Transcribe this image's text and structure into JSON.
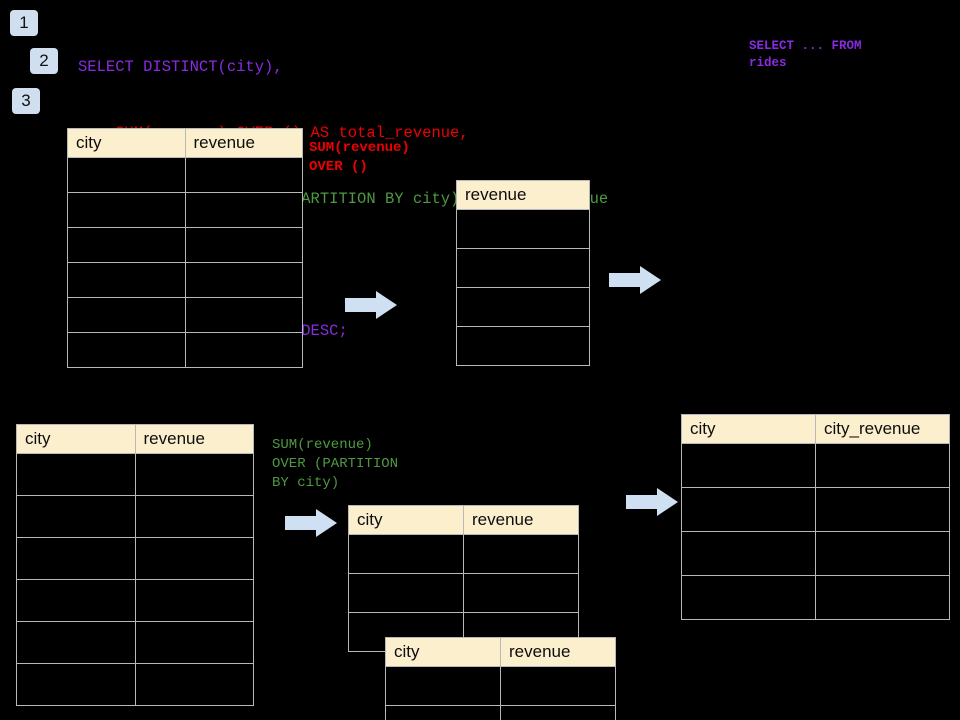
{
  "theme": {
    "background": "#000000",
    "badge_bg": "#cfdff0",
    "badge_fg": "#111111",
    "table_header_bg": "#FCEFCD",
    "table_border": "#b8b8b8",
    "arrow_fill": "#cfe0f2",
    "sql_purple": "#8A2BE2",
    "sql_red": "#EE0000",
    "sql_green": "#4E9A41"
  },
  "steps": [
    {
      "label": "1"
    },
    {
      "label": "2"
    },
    {
      "label": "3"
    }
  ],
  "sql": {
    "lines": [
      {
        "text": "SELECT DISTINCT(city),",
        "color": "purple"
      },
      {
        "text": "    SUM(revenue) OVER () AS total_revenue,",
        "color": "red"
      },
      {
        "text": "    SUM(revenue) OVER (PARTITION BY city) as city_revenue",
        "color": "green"
      },
      {
        "text": "  FROM rides",
        "color": "purple"
      },
      {
        "text": "  ORDER by city_revenue DESC;",
        "color": "purple"
      }
    ]
  },
  "annotations": {
    "select_from": "SELECT ... FROM\nrides",
    "sum_over_empty": "SUM(revenue)\nOVER ()",
    "sum_over_partition": "SUM(revenue)\nOVER (PARTITION\nBY city)"
  },
  "tables": {
    "source_top": {
      "columns": [
        "city",
        "revenue"
      ],
      "row_count": 6,
      "rows": [
        [
          "",
          ""
        ],
        [
          "",
          ""
        ],
        [
          "",
          ""
        ],
        [
          "",
          ""
        ],
        [
          "",
          ""
        ],
        [
          "",
          ""
        ]
      ]
    },
    "revenue_agg": {
      "columns": [
        "revenue"
      ],
      "row_count": 4,
      "rows": [
        [
          ""
        ],
        [
          ""
        ],
        [
          ""
        ],
        [
          ""
        ]
      ]
    },
    "source_bottom": {
      "columns": [
        "city",
        "revenue"
      ],
      "row_count": 6,
      "rows": [
        [
          "",
          ""
        ],
        [
          "",
          ""
        ],
        [
          "",
          ""
        ],
        [
          "",
          ""
        ],
        [
          "",
          ""
        ],
        [
          "",
          ""
        ]
      ]
    },
    "partition_a": {
      "columns": [
        "city",
        "revenue"
      ],
      "row_count": 3,
      "rows": [
        [
          "",
          ""
        ],
        [
          "",
          ""
        ],
        [
          "",
          ""
        ]
      ]
    },
    "partition_b": {
      "columns": [
        "city",
        "revenue"
      ],
      "row_count": 2,
      "rows": [
        [
          "",
          ""
        ],
        [
          "",
          ""
        ]
      ]
    },
    "result": {
      "columns": [
        "city",
        "city_revenue"
      ],
      "row_count": 4,
      "rows": [
        [
          "",
          ""
        ],
        [
          "",
          ""
        ],
        [
          "",
          ""
        ],
        [
          "",
          ""
        ]
      ]
    }
  },
  "arrows": [
    {
      "name": "arrow-source-to-revenue"
    },
    {
      "name": "arrow-revenue-to-result"
    },
    {
      "name": "arrow-source-to-partition"
    },
    {
      "name": "arrow-partition-to-result"
    }
  ]
}
